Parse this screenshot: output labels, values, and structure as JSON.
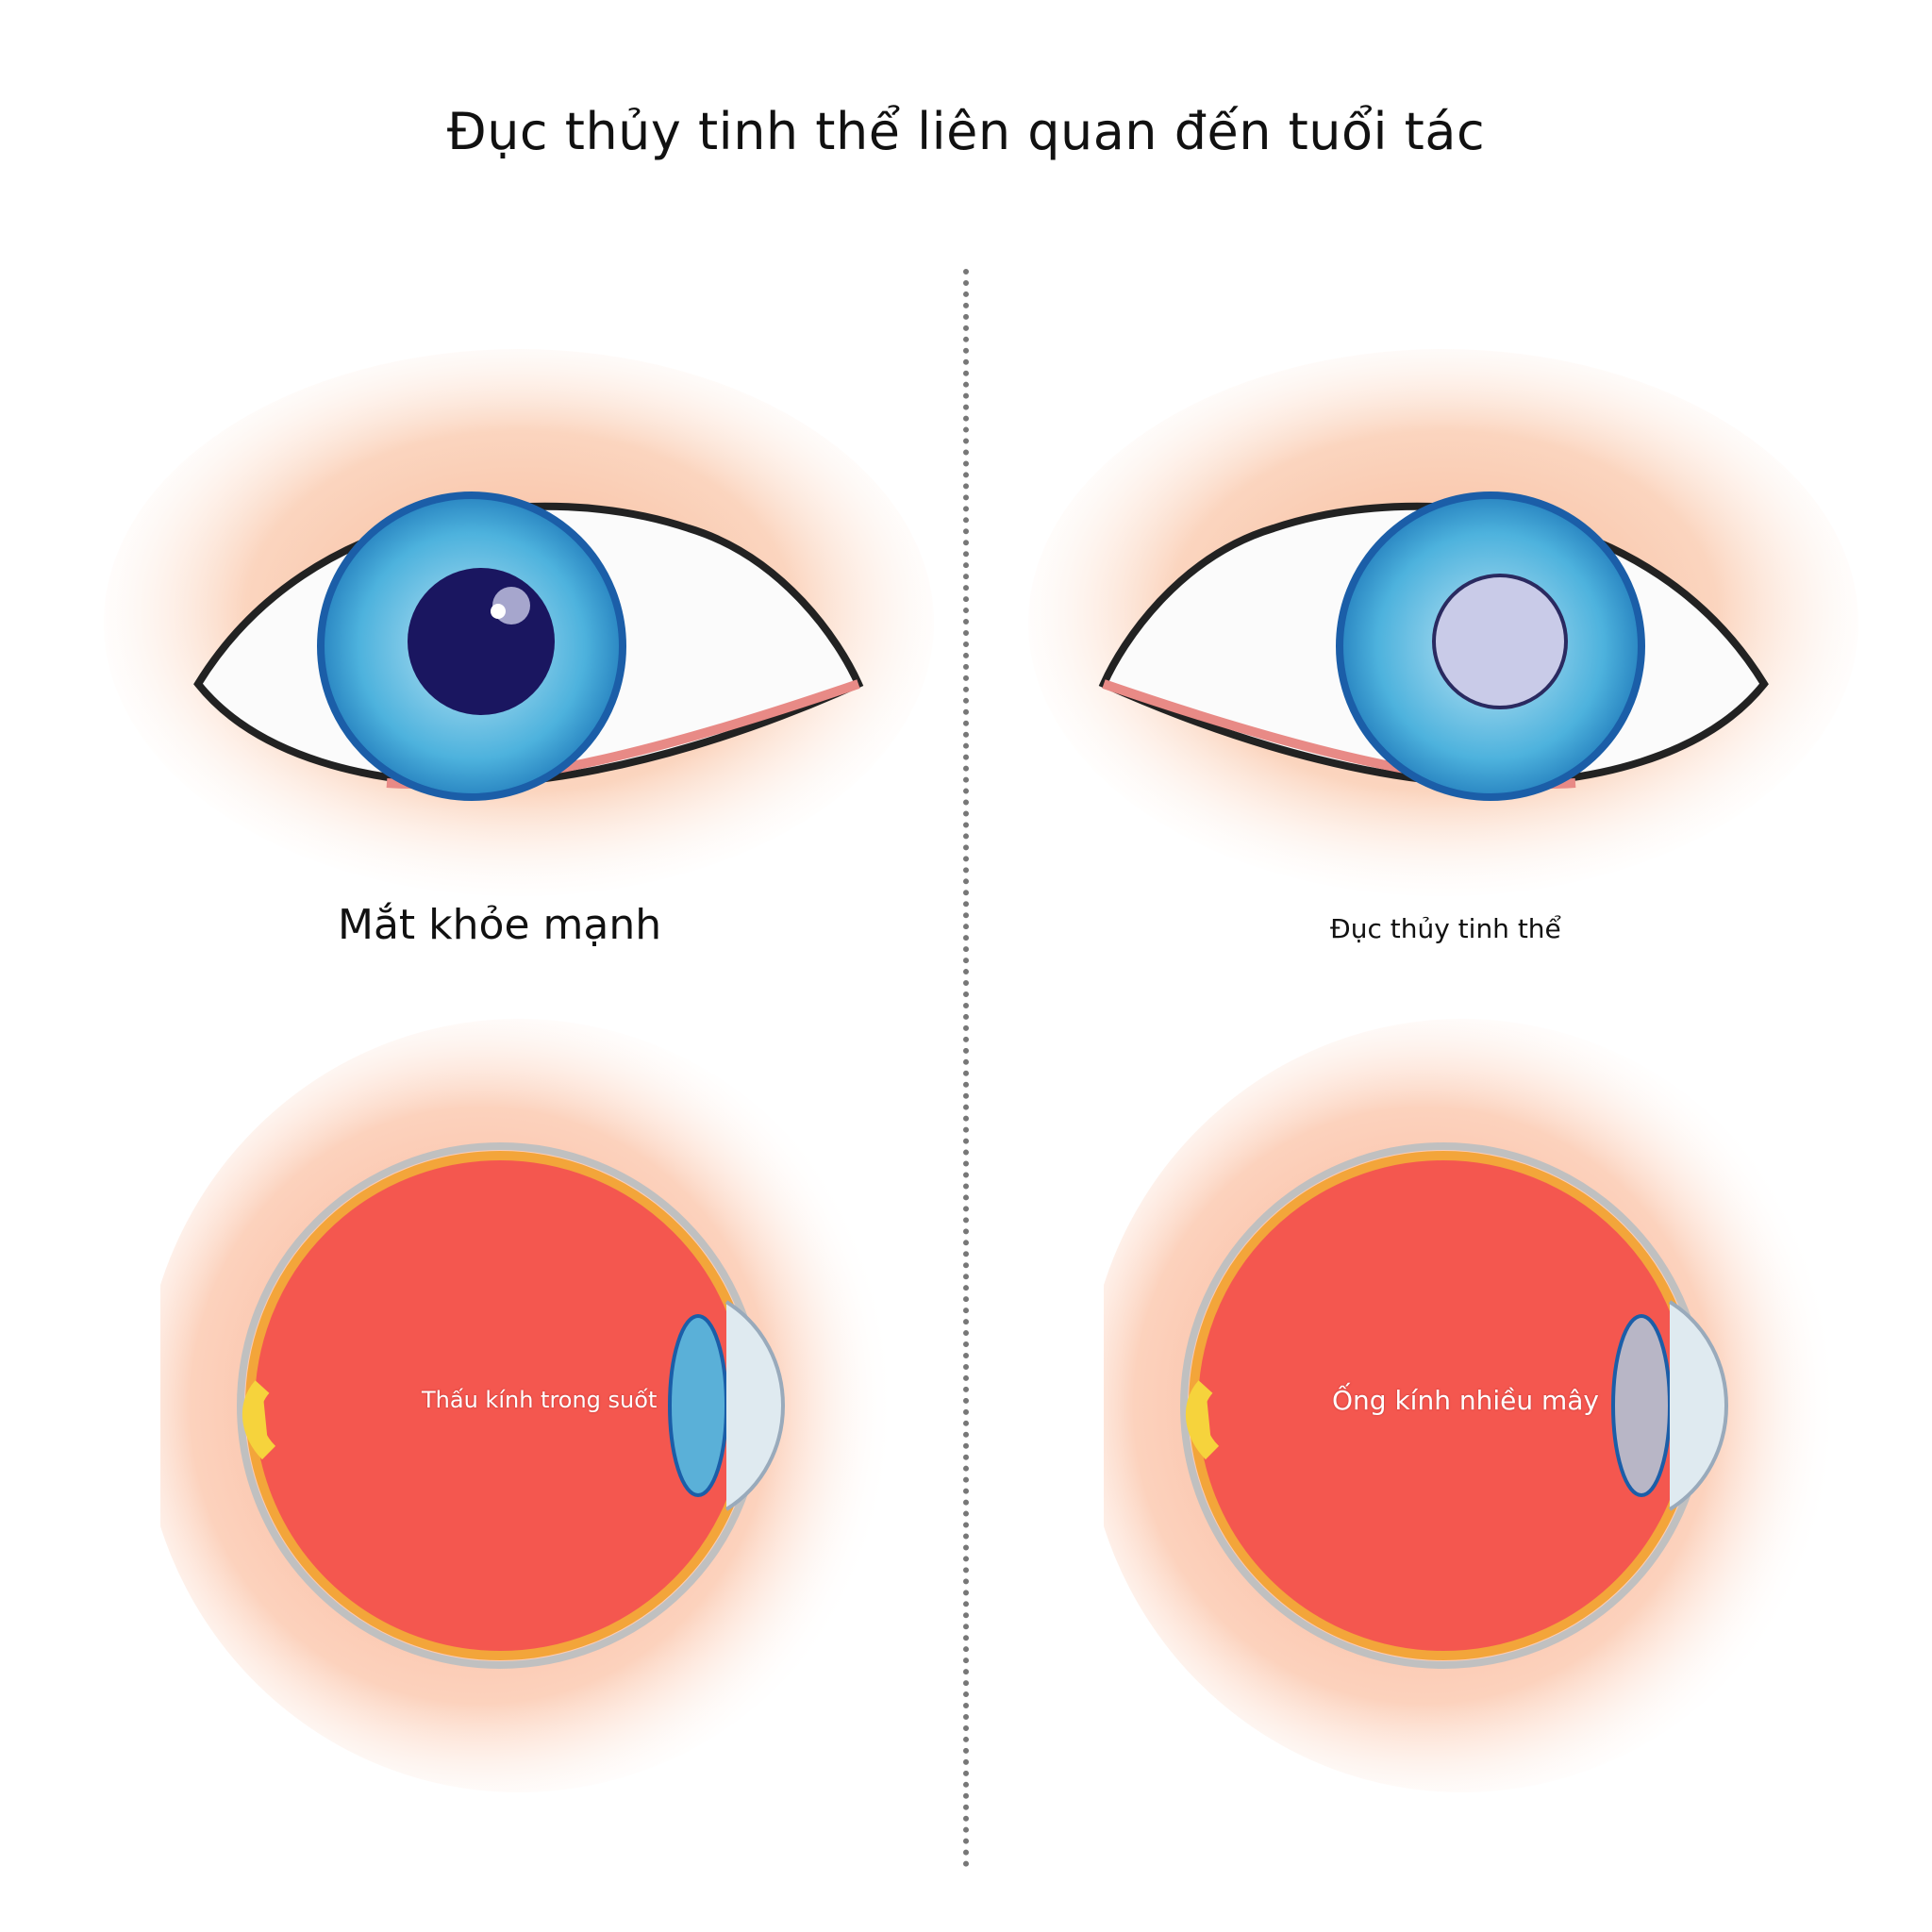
{
  "title": "Đục thủy tinh thể liên quan đến tuổi tác",
  "panels": {
    "left": {
      "label": "Mắt khỏe mạnh",
      "callout": "Thấu kính trong suốt",
      "pupil_color": "#1a1660",
      "lens_color": "#5ab0d8"
    },
    "right": {
      "label": "Đục thủy tinh thể",
      "callout": "Ống kính nhiều mây",
      "pupil_color": "#c9cbe8",
      "lens_color": "#b8b6c6"
    }
  },
  "colors": {
    "skin": "#f9c9ae",
    "iris": "#3fa7d6",
    "iris_rim": "#1b5ea8",
    "eyeball_interior": "#f4574f",
    "sclera_rim": "#f3a53a",
    "eyelid_line": "#e88a86"
  }
}
